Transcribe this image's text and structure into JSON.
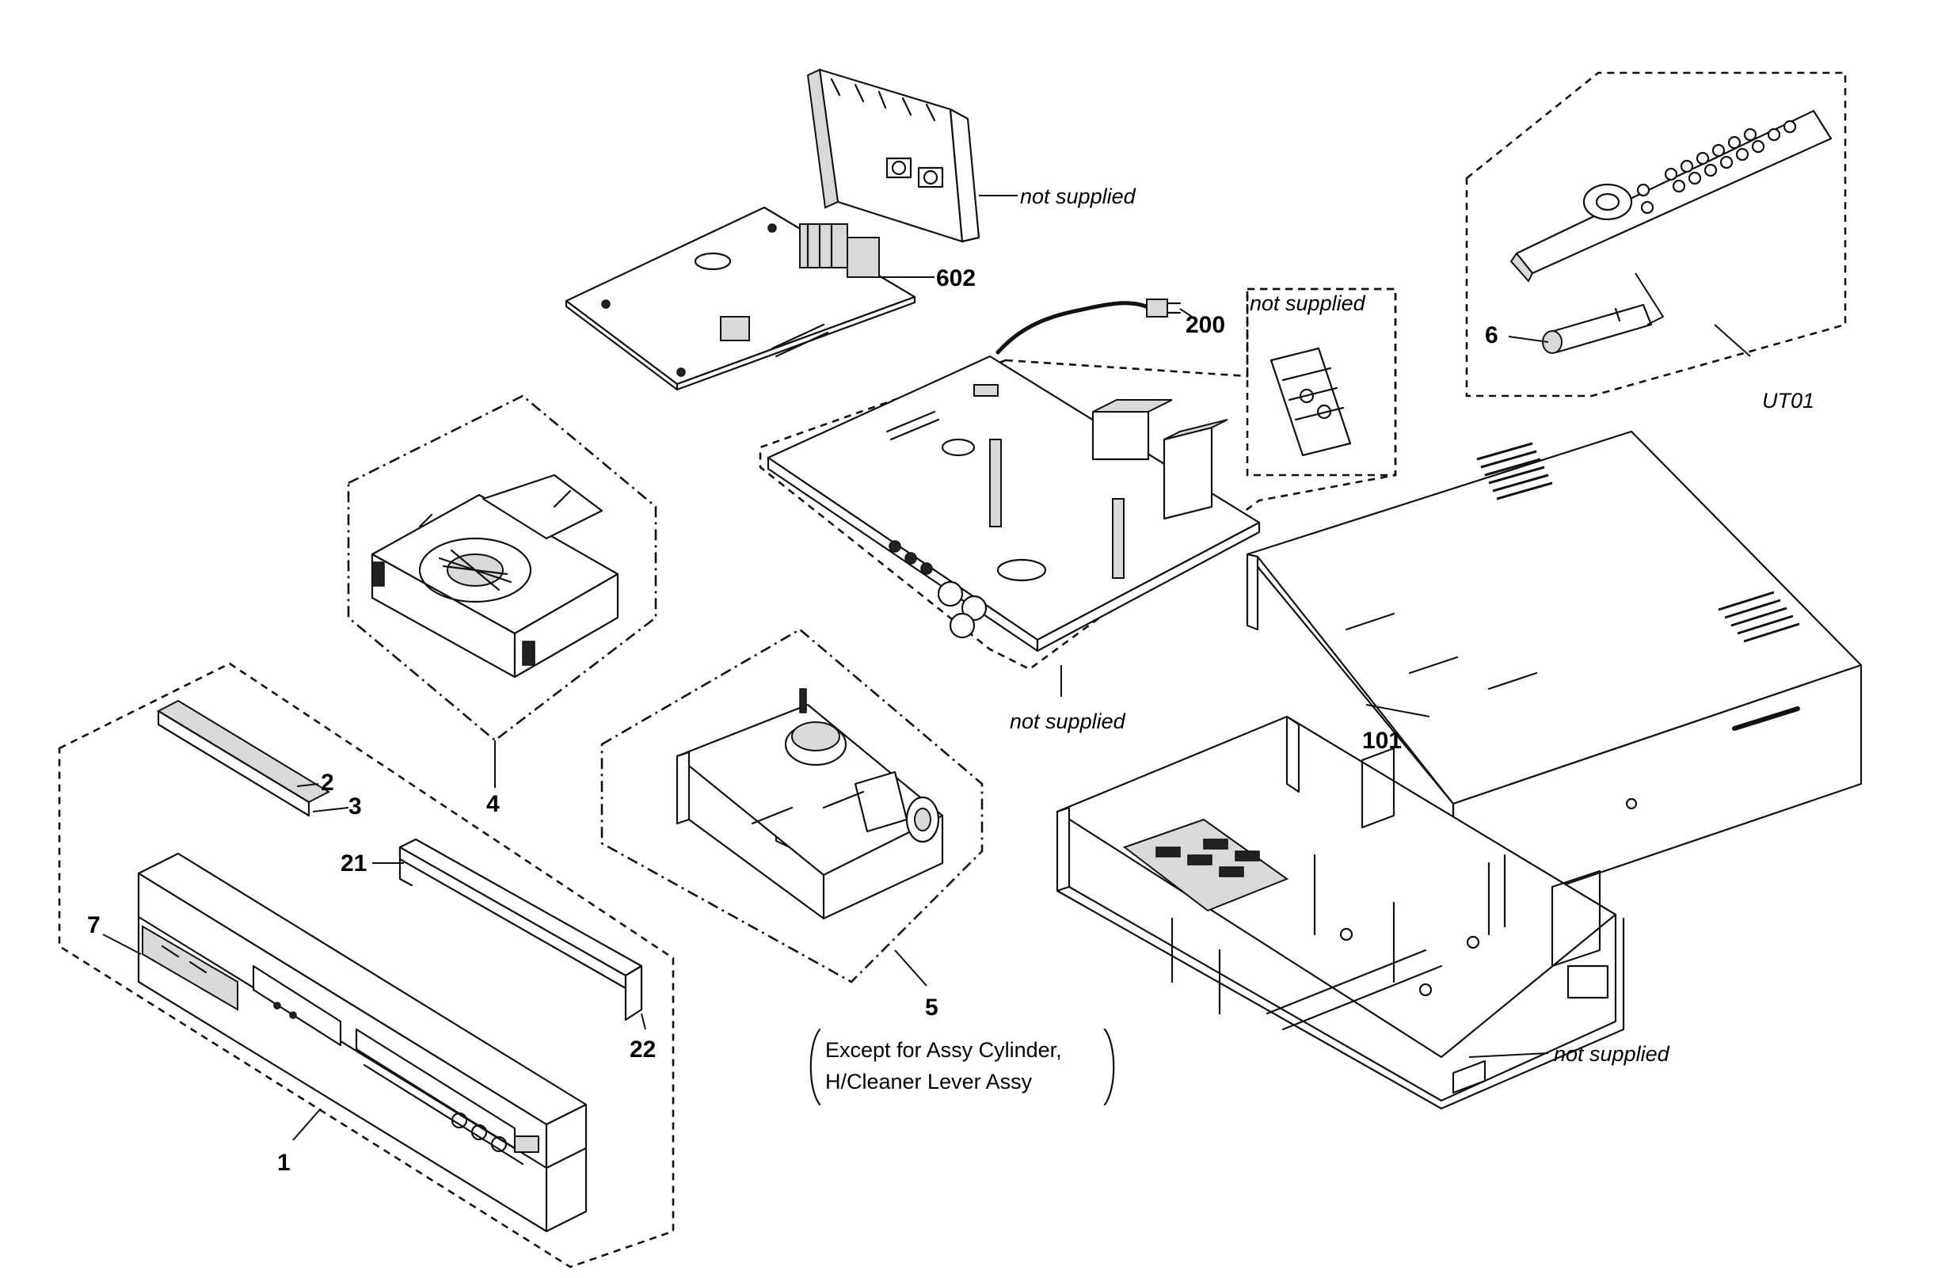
{
  "labels": {
    "p602": "602",
    "p200": "200",
    "p6": "6",
    "p4": "4",
    "p101": "101",
    "p2": "2",
    "p3": "3",
    "p21": "21",
    "p7": "7",
    "p22": "22",
    "p5": "5",
    "p1": "1"
  },
  "notes": {
    "not_supplied_top": "not supplied",
    "not_supplied_cover": "not supplied",
    "not_supplied_board": "not supplied",
    "not_supplied_chassis": "not supplied",
    "remote_group": "UT01"
  },
  "caption": {
    "line1": "Except for Assy Cylinder,",
    "line2": "H/Cleaner Lever Assy"
  }
}
